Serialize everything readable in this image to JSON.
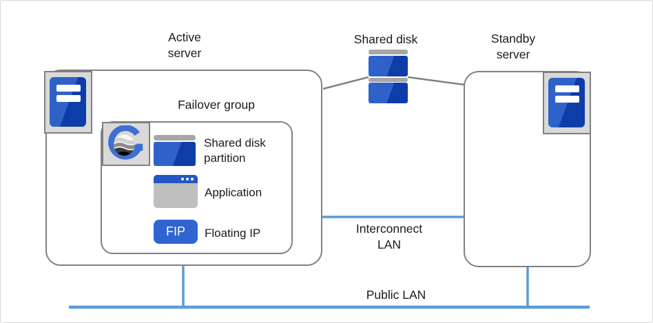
{
  "colors": {
    "lan_blue": "#5b9bd5",
    "box_border_gray": "#808080",
    "icon_bg_gray": "#d9d9d9",
    "icon_border_gray": "#7f7f7f",
    "disk_top_gray": "#a6a6a6",
    "server_blue_light": "#2f62c9",
    "server_blue_dark": "#0e3ca8",
    "fip_blue": "#2f64d2",
    "app_titlebar_blue": "#2357c5",
    "app_body_gray": "#bfbfbf",
    "text_color": "#1a1a1a"
  },
  "nodes": {
    "active_server": {
      "label": "Active\nserver"
    },
    "standby_server": {
      "label": "Standby\nserver"
    },
    "shared_disk": {
      "label": "Shared disk"
    },
    "failover_group": {
      "label": "Failover group"
    }
  },
  "failover_items": {
    "partition": {
      "label": "Shared disk\npartition",
      "icon": "disk-partition-icon"
    },
    "application": {
      "label": "Application",
      "icon": "application-window-icon"
    },
    "floating_ip": {
      "badge": "FIP",
      "label": "Floating IP",
      "icon": "floating-ip-badge"
    }
  },
  "networks": {
    "interconnect": {
      "label": "Interconnect\nLAN"
    },
    "public": {
      "label": "Public LAN"
    }
  }
}
